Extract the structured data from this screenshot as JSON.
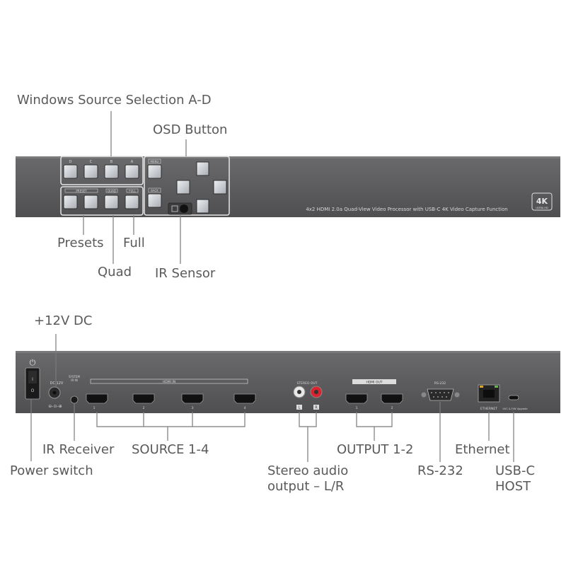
{
  "callouts": {
    "windows_source": "Windows Source Selection A-D",
    "osd_button": "OSD Button",
    "presets": "Presets",
    "full": "Full",
    "quad": "Quad",
    "ir_sensor": "IR Sensor",
    "dc12v": "+12V DC",
    "ir_receiver": "IR Receiver",
    "source": "SOURCE 1-4",
    "output": "OUTPUT 1-2",
    "ethernet": "Ethernet",
    "power_switch": "Power switch",
    "stereo_line1": "Stereo audio",
    "stereo_line2": "output – L/R",
    "rs232": "RS-232",
    "usbc_line1": "USB-C",
    "usbc_line2": "HOST"
  },
  "front_panel": {
    "window_buttons": [
      "D",
      "C",
      "B",
      "A"
    ],
    "preset_label": "PRESET",
    "quad_label": "QUAD",
    "full_label": "FULL",
    "menu_label": "MENU",
    "back_label": "BACK",
    "product_text": "4x2 HDMI 2.0a Quad-View Video Processor with USB-C 4K Video Capture Function",
    "badge_main": "4K",
    "badge_sub": "ULTRA HD"
  },
  "rear_panel": {
    "dc_label": "DC 12V",
    "ir_label_1": "SYSTEM",
    "ir_label_2": "IR IN",
    "hdmi_in_label": "HDMI IN",
    "hdmi_in_ports": [
      "1",
      "2",
      "3",
      "4"
    ],
    "stereo_label": "STEREO OUT",
    "stereo_ports": [
      "L",
      "R"
    ],
    "hdmi_out_label": "HDMI OUT",
    "hdmi_out_ports": [
      "1",
      "2"
    ],
    "rs232_label": "RS-232",
    "ethernet_label": "ETHERNET",
    "usb_label": "UVC & F/W Upgrade"
  }
}
